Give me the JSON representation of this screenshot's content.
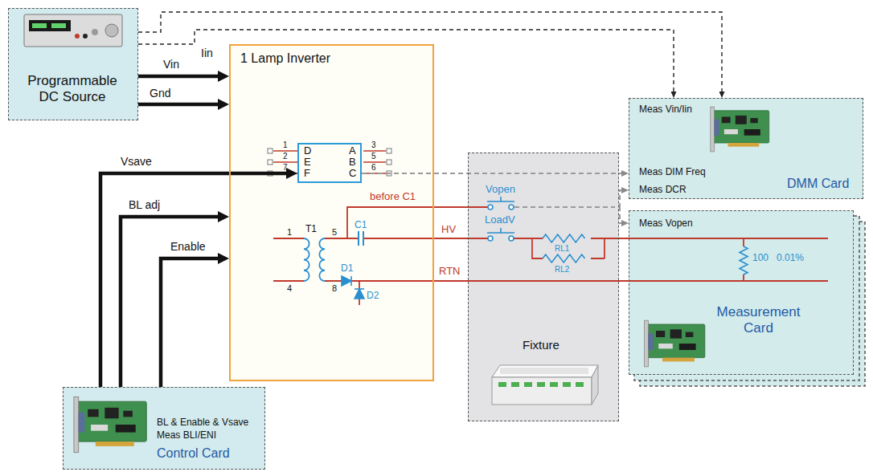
{
  "diagram": {
    "nodes": [
      {
        "text": [
          "Programmable DC Source"
        ]
      },
      {
        "text": [
          "1 Lamp Inverter"
        ]
      },
      {
        "text": [
          "D",
          "E",
          "F",
          "A",
          "B",
          "C"
        ],
        "in": 1
      },
      {
        "text": [
          "Fixture"
        ]
      },
      {
        "text": [
          "Meas Vin/Iin",
          "Meas DIM Freq",
          "Meas DCR",
          "DMM Card"
        ]
      },
      {
        "text": [
          "Meas Vopen",
          "Measurement Card"
        ]
      },
      {
        "text": [
          "BL & Enable & Vsave",
          "Meas BLI/ENI",
          "Control Card"
        ]
      }
    ],
    "edges": [
      {
        "from": 0,
        "to": 1,
        "arrow": "to",
        "label": "Vin"
      },
      {
        "from": 0,
        "to": 1,
        "arrow": "to",
        "label": "Gnd"
      },
      {
        "from": 0,
        "to": 4,
        "arrow": "to"
      },
      {
        "from": 0,
        "to": 4,
        "arrow": "to",
        "label": "Iin"
      },
      {
        "from": 6,
        "to": 2,
        "arrow": "to",
        "label": "Vsave"
      },
      {
        "from": 6,
        "to": 1,
        "arrow": "to",
        "label": "BL adj"
      },
      {
        "from": 6,
        "to": 1,
        "arrow": "to",
        "label": "Enable"
      },
      {
        "from": 2,
        "to": 4,
        "arrow": "to"
      },
      {
        "from": 3,
        "to": 4,
        "arrow": "to"
      },
      {
        "from": 3,
        "to": 5,
        "arrow": "to"
      }
    ],
    "labels": [
      "1",
      "2",
      "7",
      "3",
      "5",
      "6",
      "1",
      "T1",
      "5",
      "4",
      "8",
      "C1",
      "before C1",
      "Vopen",
      "HV",
      "LoadV",
      "RL1",
      "RL2",
      "D1",
      "RTN",
      "D2",
      "100",
      "0.01%"
    ]
  }
}
